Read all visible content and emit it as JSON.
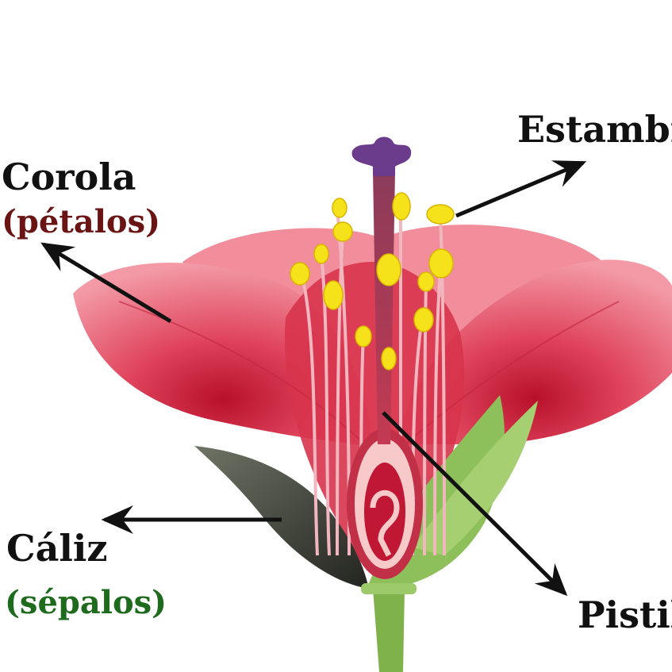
{
  "labels": {
    "corola": "Corola",
    "corola_sub": "(pétalos)",
    "caliz": "Cáliz",
    "caliz_sub": "(sépalos)",
    "estambre": "Estambr",
    "pistilo": "Pistil"
  },
  "colors": {
    "label_text": "#111111",
    "petalos": "#6b1414",
    "sepalos": "#1e6b1e",
    "petal": "#e8566b",
    "anther": "#f5e21a",
    "stigma": "#6b3b8c",
    "sepal_dark": "#2e2f2a",
    "sepal_green": "#8dbf5a",
    "stem": "#7fb24a",
    "arrow": "#111111"
  }
}
